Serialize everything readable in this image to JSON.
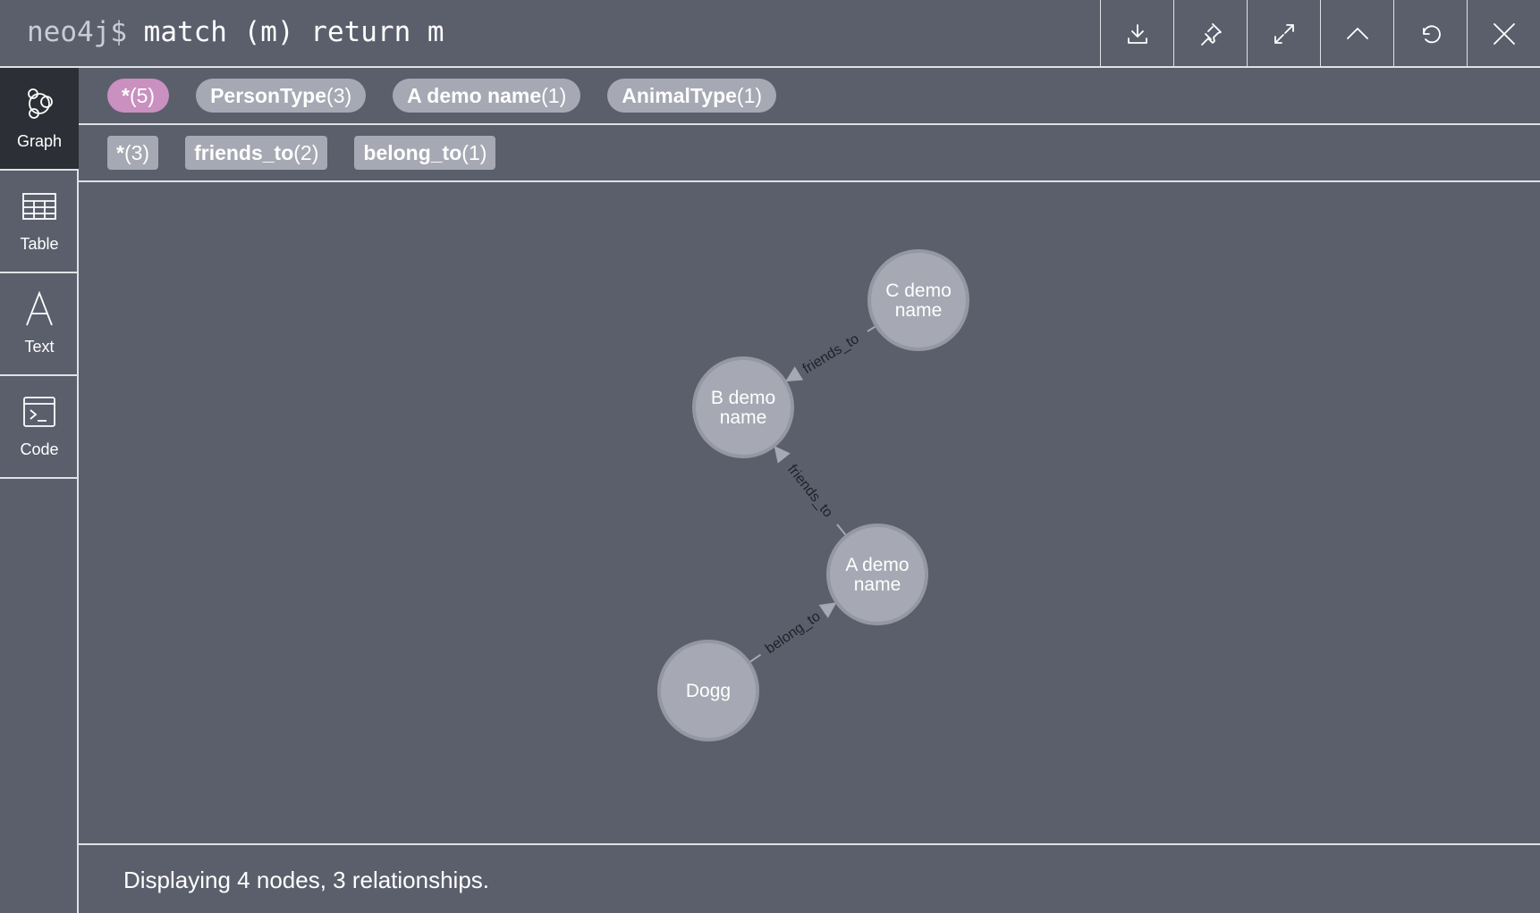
{
  "header": {
    "prompt": "neo4j$",
    "command": "match (m) return m",
    "buttons": [
      "download-icon",
      "pin-icon",
      "expand-icon",
      "collapse-icon",
      "refresh-icon",
      "close-icon"
    ]
  },
  "sidebar": {
    "items": [
      {
        "label": "Graph",
        "icon": "graph-icon",
        "active": true
      },
      {
        "label": "Table",
        "icon": "table-icon",
        "active": false
      },
      {
        "label": "Text",
        "icon": "text-icon",
        "active": false
      },
      {
        "label": "Code",
        "icon": "code-icon",
        "active": false
      }
    ]
  },
  "node_labels": [
    {
      "name": "*",
      "count": "(5)"
    },
    {
      "name": "PersonType",
      "count": "(3)"
    },
    {
      "name": "A demo name",
      "count": "(1)"
    },
    {
      "name": "AnimalType",
      "count": "(1)"
    }
  ],
  "relationship_types": [
    {
      "name": "*",
      "count": "(3)"
    },
    {
      "name": "friends_to",
      "count": "(2)"
    },
    {
      "name": "belong_to",
      "count": "(1)"
    }
  ],
  "graph": {
    "nodes": [
      {
        "id": "c",
        "lines": [
          "C demo",
          "name"
        ]
      },
      {
        "id": "b",
        "lines": [
          "B demo",
          "name"
        ]
      },
      {
        "id": "a",
        "lines": [
          "A demo",
          "name"
        ]
      },
      {
        "id": "d",
        "lines": [
          "Dogg"
        ]
      }
    ],
    "relationships": [
      {
        "from": "c",
        "to": "b",
        "label": "friends_to"
      },
      {
        "from": "a",
        "to": "b",
        "label": "friends_to"
      },
      {
        "from": "d",
        "to": "a",
        "label": "belong_to"
      }
    ]
  },
  "colors": {
    "node_fill": "#a6a8b3",
    "accent": "#c990c0",
    "background": "#5b5f6c"
  },
  "footer": {
    "status": "Displaying 4 nodes, 3 relationships."
  }
}
